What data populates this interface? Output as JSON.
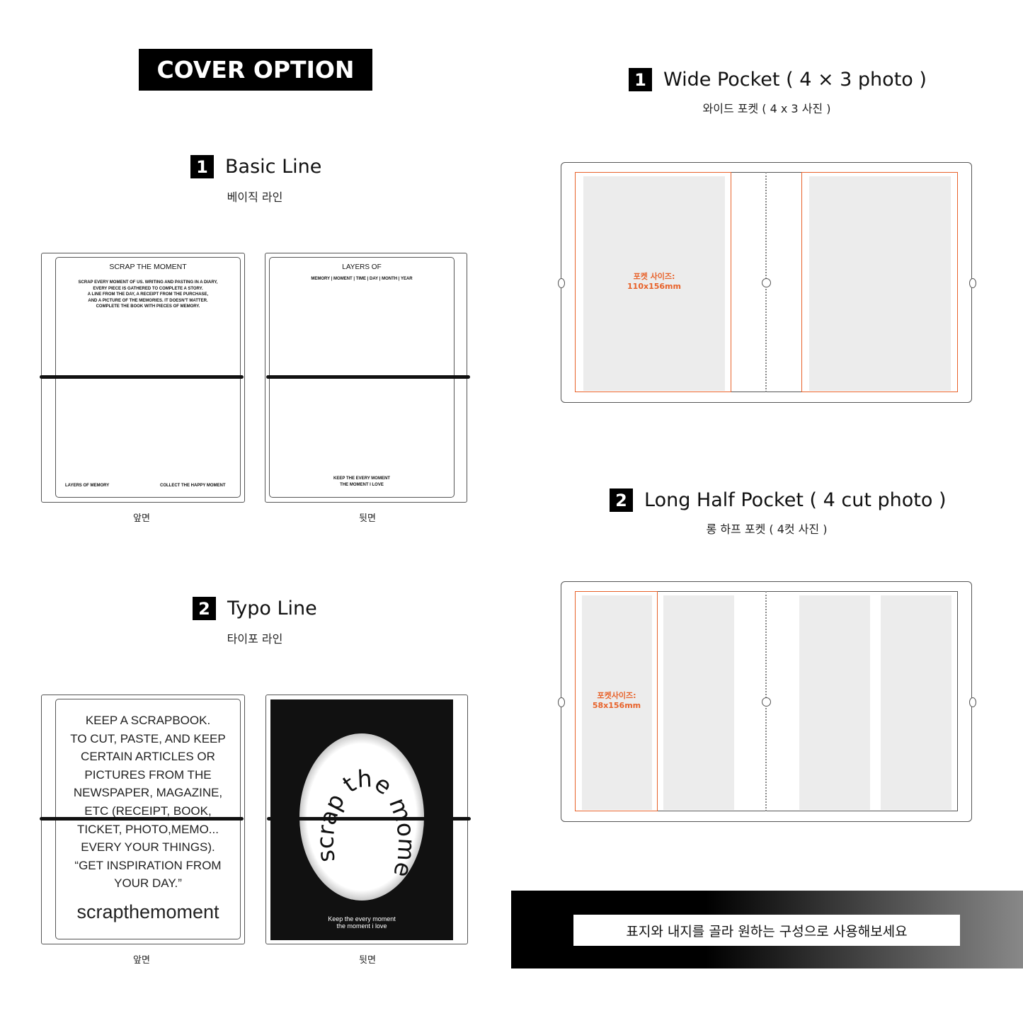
{
  "cover_option": "COVER OPTION",
  "basic": {
    "num": "1",
    "title": "Basic Line",
    "subtitle": "베이직 라인",
    "front": {
      "title": "SCRAP THE MOMENT",
      "body": [
        "SCRAP EVERY MOMENT OF US. WRITING AND PASTING IN A DIARY,",
        "EVERY PIECE IS GATHERED TO COMPLETE A STORY.",
        "A LINE FROM THE DAY, A RECEIPT FROM THE PURCHASE,",
        "AND A PICTURE OF THE MEMORIES. IT DOESN'T MATTER.",
        "COMPLETE THE BOOK WITH PIECES OF MEMORY."
      ],
      "bottom_left": "LAYERS OF MEMORY",
      "bottom_right": "COLLECT THE HAPPY MOMENT",
      "caption": "앞면"
    },
    "back": {
      "title": "LAYERS OF",
      "line": "MEMORY  |  MOMENT  |  TIME  |  DAY  |  MONTH  |  YEAR",
      "bottom1": "KEEP THE EVERY MOMENT",
      "bottom2": "THE MOMENT I LOVE",
      "caption": "뒷면"
    }
  },
  "typo": {
    "num": "2",
    "title": "Typo Line",
    "subtitle": "타이포 라인",
    "front": {
      "lines": [
        "KEEP A SCRAPBOOK.",
        "TO CUT, PASTE, AND KEEP",
        "CERTAIN ARTICLES OR",
        "PICTURES FROM THE",
        "NEWSPAPER, MAGAZINE,",
        "ETC (RECEIPT, BOOK,",
        "TICKET, PHOTO,MEMO...",
        "EVERY YOUR THINGS).",
        "“GET INSPIRATION FROM",
        "YOUR DAY.”"
      ],
      "brand": "scrapthemoment",
      "caption": "앞면"
    },
    "back": {
      "circle_text": "scrap the moment",
      "bottom1": "Keep the every moment",
      "bottom2": "the moment i love",
      "caption": "뒷면"
    }
  },
  "wide": {
    "num": "1",
    "title": "Wide Pocket ( 4 × 3 photo )",
    "subtitle": "와이드 포켓 ( 4 x 3 사진 )",
    "label1": "포켓 사이즈:",
    "label2": "110x156mm"
  },
  "long": {
    "num": "2",
    "title": "Long Half Pocket ( 4 cut photo )",
    "subtitle": "롱 하프 포켓 ( 4컷 사진 )",
    "label1": "포켓사이즈:",
    "label2": "58x156mm"
  },
  "banner": "표지와 내지를 골라 원하는 구성으로 사용해보세요",
  "colors": {
    "accent": "#e8622a",
    "black": "#000000",
    "panel_gray": "#ececec"
  }
}
